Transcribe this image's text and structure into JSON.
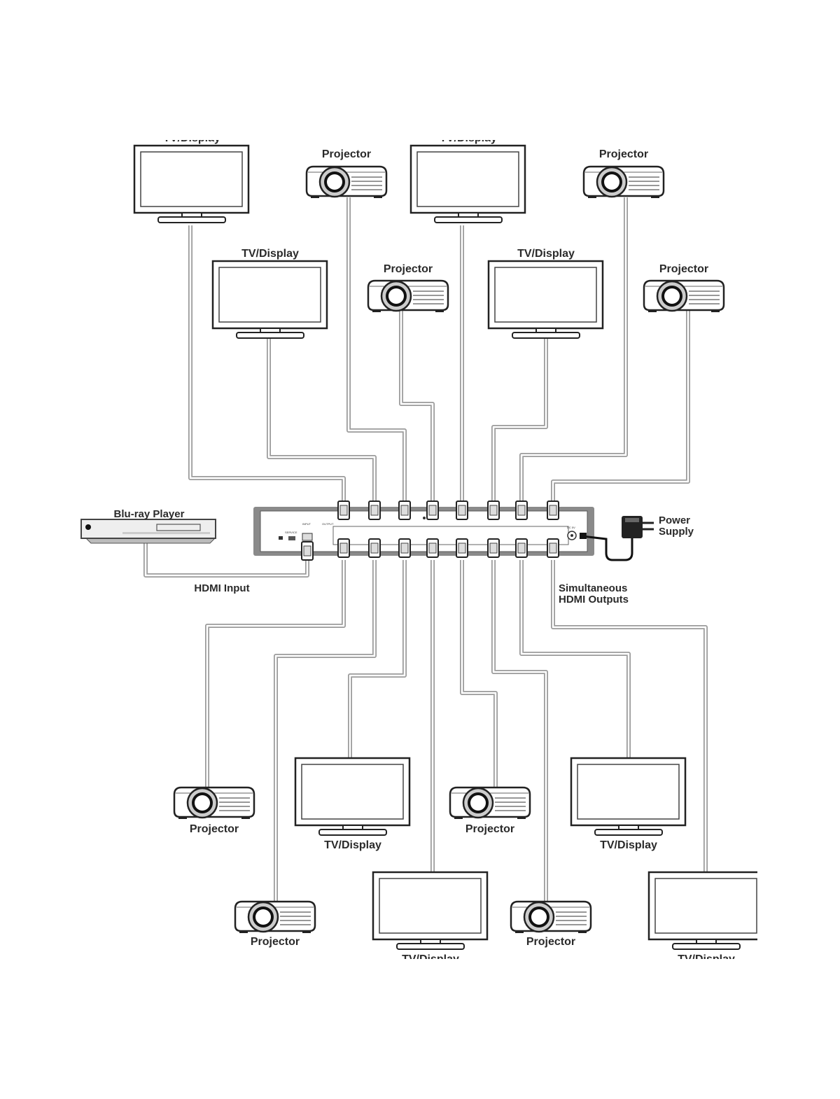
{
  "diagram": {
    "labels": {
      "tv": "TV/Display",
      "projector": "Projector",
      "bluray": "Blu-ray Player",
      "hdmi_input": "HDMI Input",
      "power_line1": "Power",
      "power_line2": "Supply",
      "outputs_line1": "Simultaneous",
      "outputs_line2": "HDMI Outputs"
    },
    "device_panel": {
      "input_label": "INPUT",
      "output_label": "OUTPUT",
      "service_label": "SERVICE",
      "dc_label": "DC 5V"
    },
    "devices_top": [
      {
        "type": "tv",
        "label": "TV/Display"
      },
      {
        "type": "projector",
        "label": "Projector"
      },
      {
        "type": "tv",
        "label": "TV/Display"
      },
      {
        "type": "projector",
        "label": "Projector"
      },
      {
        "type": "tv",
        "label": "TV/Display"
      },
      {
        "type": "projector",
        "label": "Projector"
      },
      {
        "type": "tv",
        "label": "TV/Display"
      },
      {
        "type": "projector",
        "label": "Projector"
      }
    ],
    "devices_bottom": [
      {
        "type": "projector",
        "label": "Projector"
      },
      {
        "type": "projector",
        "label": "Projector"
      },
      {
        "type": "tv",
        "label": "TV/Display"
      },
      {
        "type": "tv",
        "label": "TV/Display"
      },
      {
        "type": "projector",
        "label": "Projector"
      },
      {
        "type": "projector",
        "label": "Projector"
      },
      {
        "type": "tv",
        "label": "TV/Display"
      },
      {
        "type": "tv",
        "label": "TV/Display"
      }
    ]
  }
}
